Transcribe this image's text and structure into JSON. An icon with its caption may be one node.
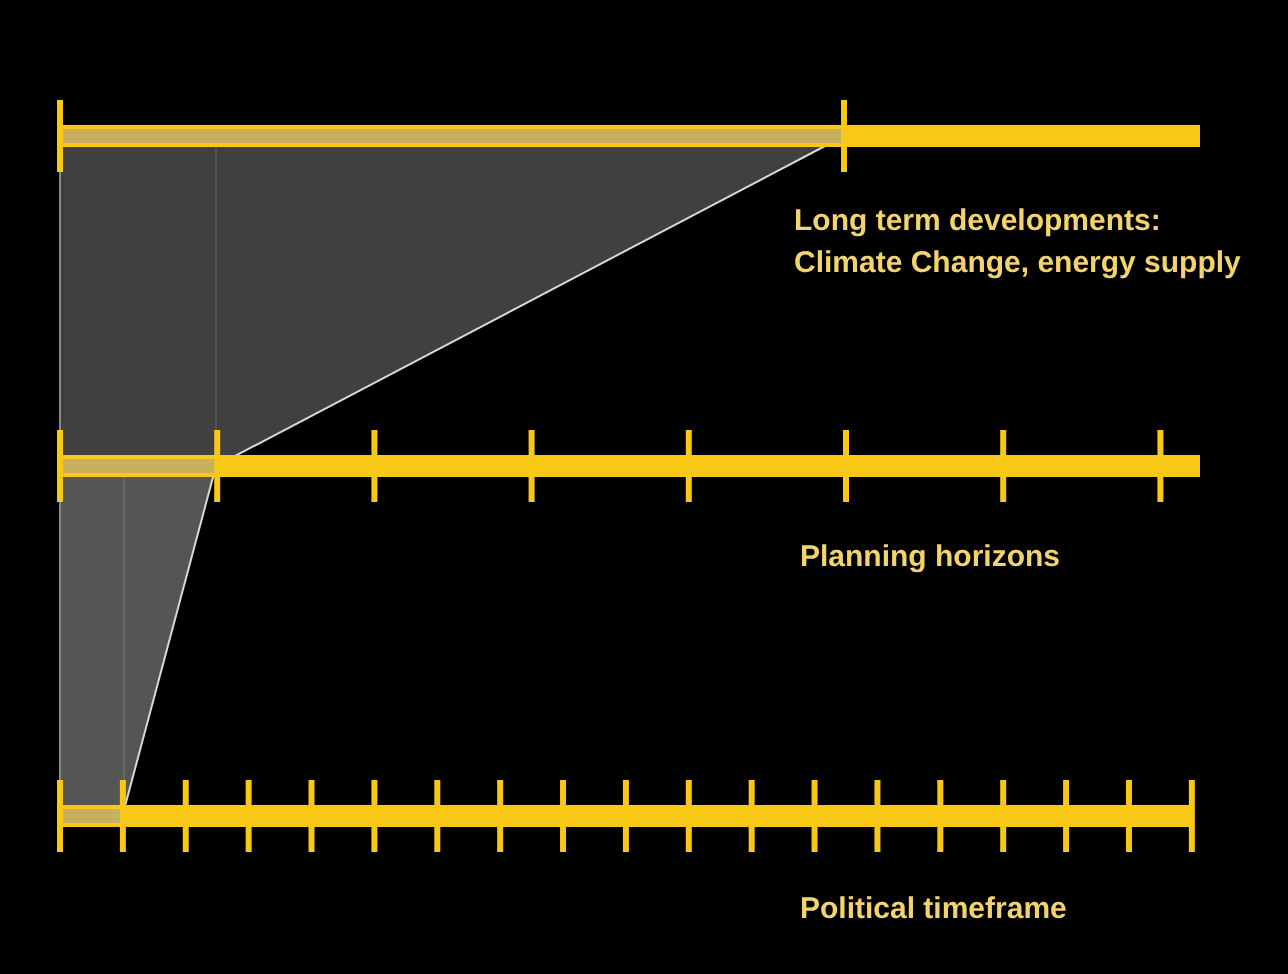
{
  "diagram": {
    "labels": [
      "Long term developments:",
      "Climate Change, energy supply",
      "Planning horizons",
      "Political timeframe"
    ]
  }
}
